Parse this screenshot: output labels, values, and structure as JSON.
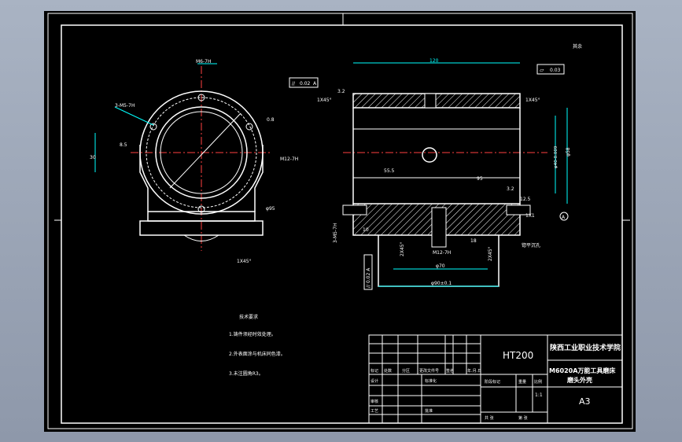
{
  "viewport": {
    "background": "#000000",
    "line_color": "#ffffff",
    "dim_color": "#00ffff",
    "center_color": "#ff4040"
  },
  "left_view": {
    "dims": {
      "top_thread": "M6-7H",
      "side_thread": "3-M5-7H",
      "left_h": "8.5",
      "left_v": "30",
      "right_top": "0.8",
      "right_thread": "M12-7H",
      "bottom_dim": "φ95",
      "chamfer": "1X45°"
    }
  },
  "right_view": {
    "length": "120",
    "tolerance": [
      "//",
      "0.02",
      "A"
    ],
    "flatness": [
      "▱",
      "0.03"
    ],
    "chamfer_left": "1X45°",
    "chamfer_right": "1X45°",
    "left_small": "3.2",
    "dia_main": "φ58",
    "dia_bore": "φ40-0.009",
    "inner_len": "55.5",
    "inner_len2": "95",
    "d_right_a": "3.2",
    "d_right_b": "12.5",
    "d_right_c": "1X1",
    "datum_right": "A",
    "thread_left": "3-M5-7H",
    "d_left_10": "10",
    "thread_center": "M12-7H",
    "angle_a": "2X45°",
    "angle_b": "2X45°",
    "d_18": "18",
    "base_dim1": "φ70",
    "base_dim2": "φ90±0.1",
    "flat_label": "锪平沉孔",
    "bottom_tol": "// 0.02 A",
    "roughness_tr": "其余"
  },
  "notes": {
    "title": "技术要求",
    "items": [
      "1.铸件须经时效处理。",
      "2.外表面涂与机床同色漆。",
      "3.未注圆角R3。"
    ]
  },
  "title_block": {
    "material": "HT200",
    "school": "陕西工业职业技术学院",
    "part_name": "M6020A万能工具磨床",
    "part_name2": "磨头外壳",
    "sheet_size": "A3",
    "scale": "1:1",
    "labels": {
      "mark": "标记",
      "count": "处数",
      "zone": "分区",
      "doc": "更改文件号",
      "sign": "签名",
      "date": "年.月.日",
      "design": "设计",
      "std": "标准化",
      "review": "审核",
      "process": "工艺",
      "approve": "批准",
      "stage": "阶段标记",
      "weight": "重量",
      "ratio": "比例",
      "sheets_total": "共  张",
      "sheet_no": "第  张"
    }
  }
}
